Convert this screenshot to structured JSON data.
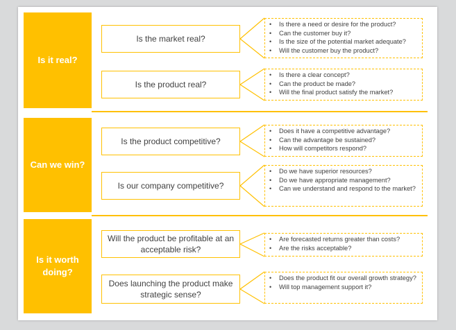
{
  "sections": [
    {
      "label": "Is it real?",
      "questions": [
        {
          "text": "Is the market real?",
          "details": [
            "Is there a need or desire for the product?",
            "Can the customer buy it?",
            "Is the size of the potential market adequate?",
            "Will the customer buy the product?"
          ]
        },
        {
          "text": "Is the product real?",
          "details": [
            "Is there a clear concept?",
            "Can the product be made?",
            "Will the final product satisfy the market?"
          ]
        }
      ]
    },
    {
      "label": "Can we win?",
      "questions": [
        {
          "text": "Is the product competitive?",
          "details": [
            "Does it have a competitive advantage?",
            "Can the advantage be sustained?",
            "How will competitors respond?"
          ]
        },
        {
          "text": "Is our company competitive?",
          "details": [
            "Do we have superior resources?",
            "Do we have appropriate management?",
            "Can we understand and respond to the market?"
          ]
        }
      ]
    },
    {
      "label": "Is it worth doing?",
      "questions": [
        {
          "text": "Will the product be profitable at an acceptable risk?",
          "details": [
            "Are forecasted returns greater than costs?",
            "Are the risks acceptable?"
          ]
        },
        {
          "text": "Does launching the product make strategic sense?",
          "details": [
            "Does the product fit our overall growth strategy?",
            "Will top management support it?"
          ]
        }
      ]
    }
  ],
  "colors": {
    "accent": "#ffc000",
    "text": "#404040",
    "background": "#ffffff",
    "page": "#d9dadb"
  }
}
